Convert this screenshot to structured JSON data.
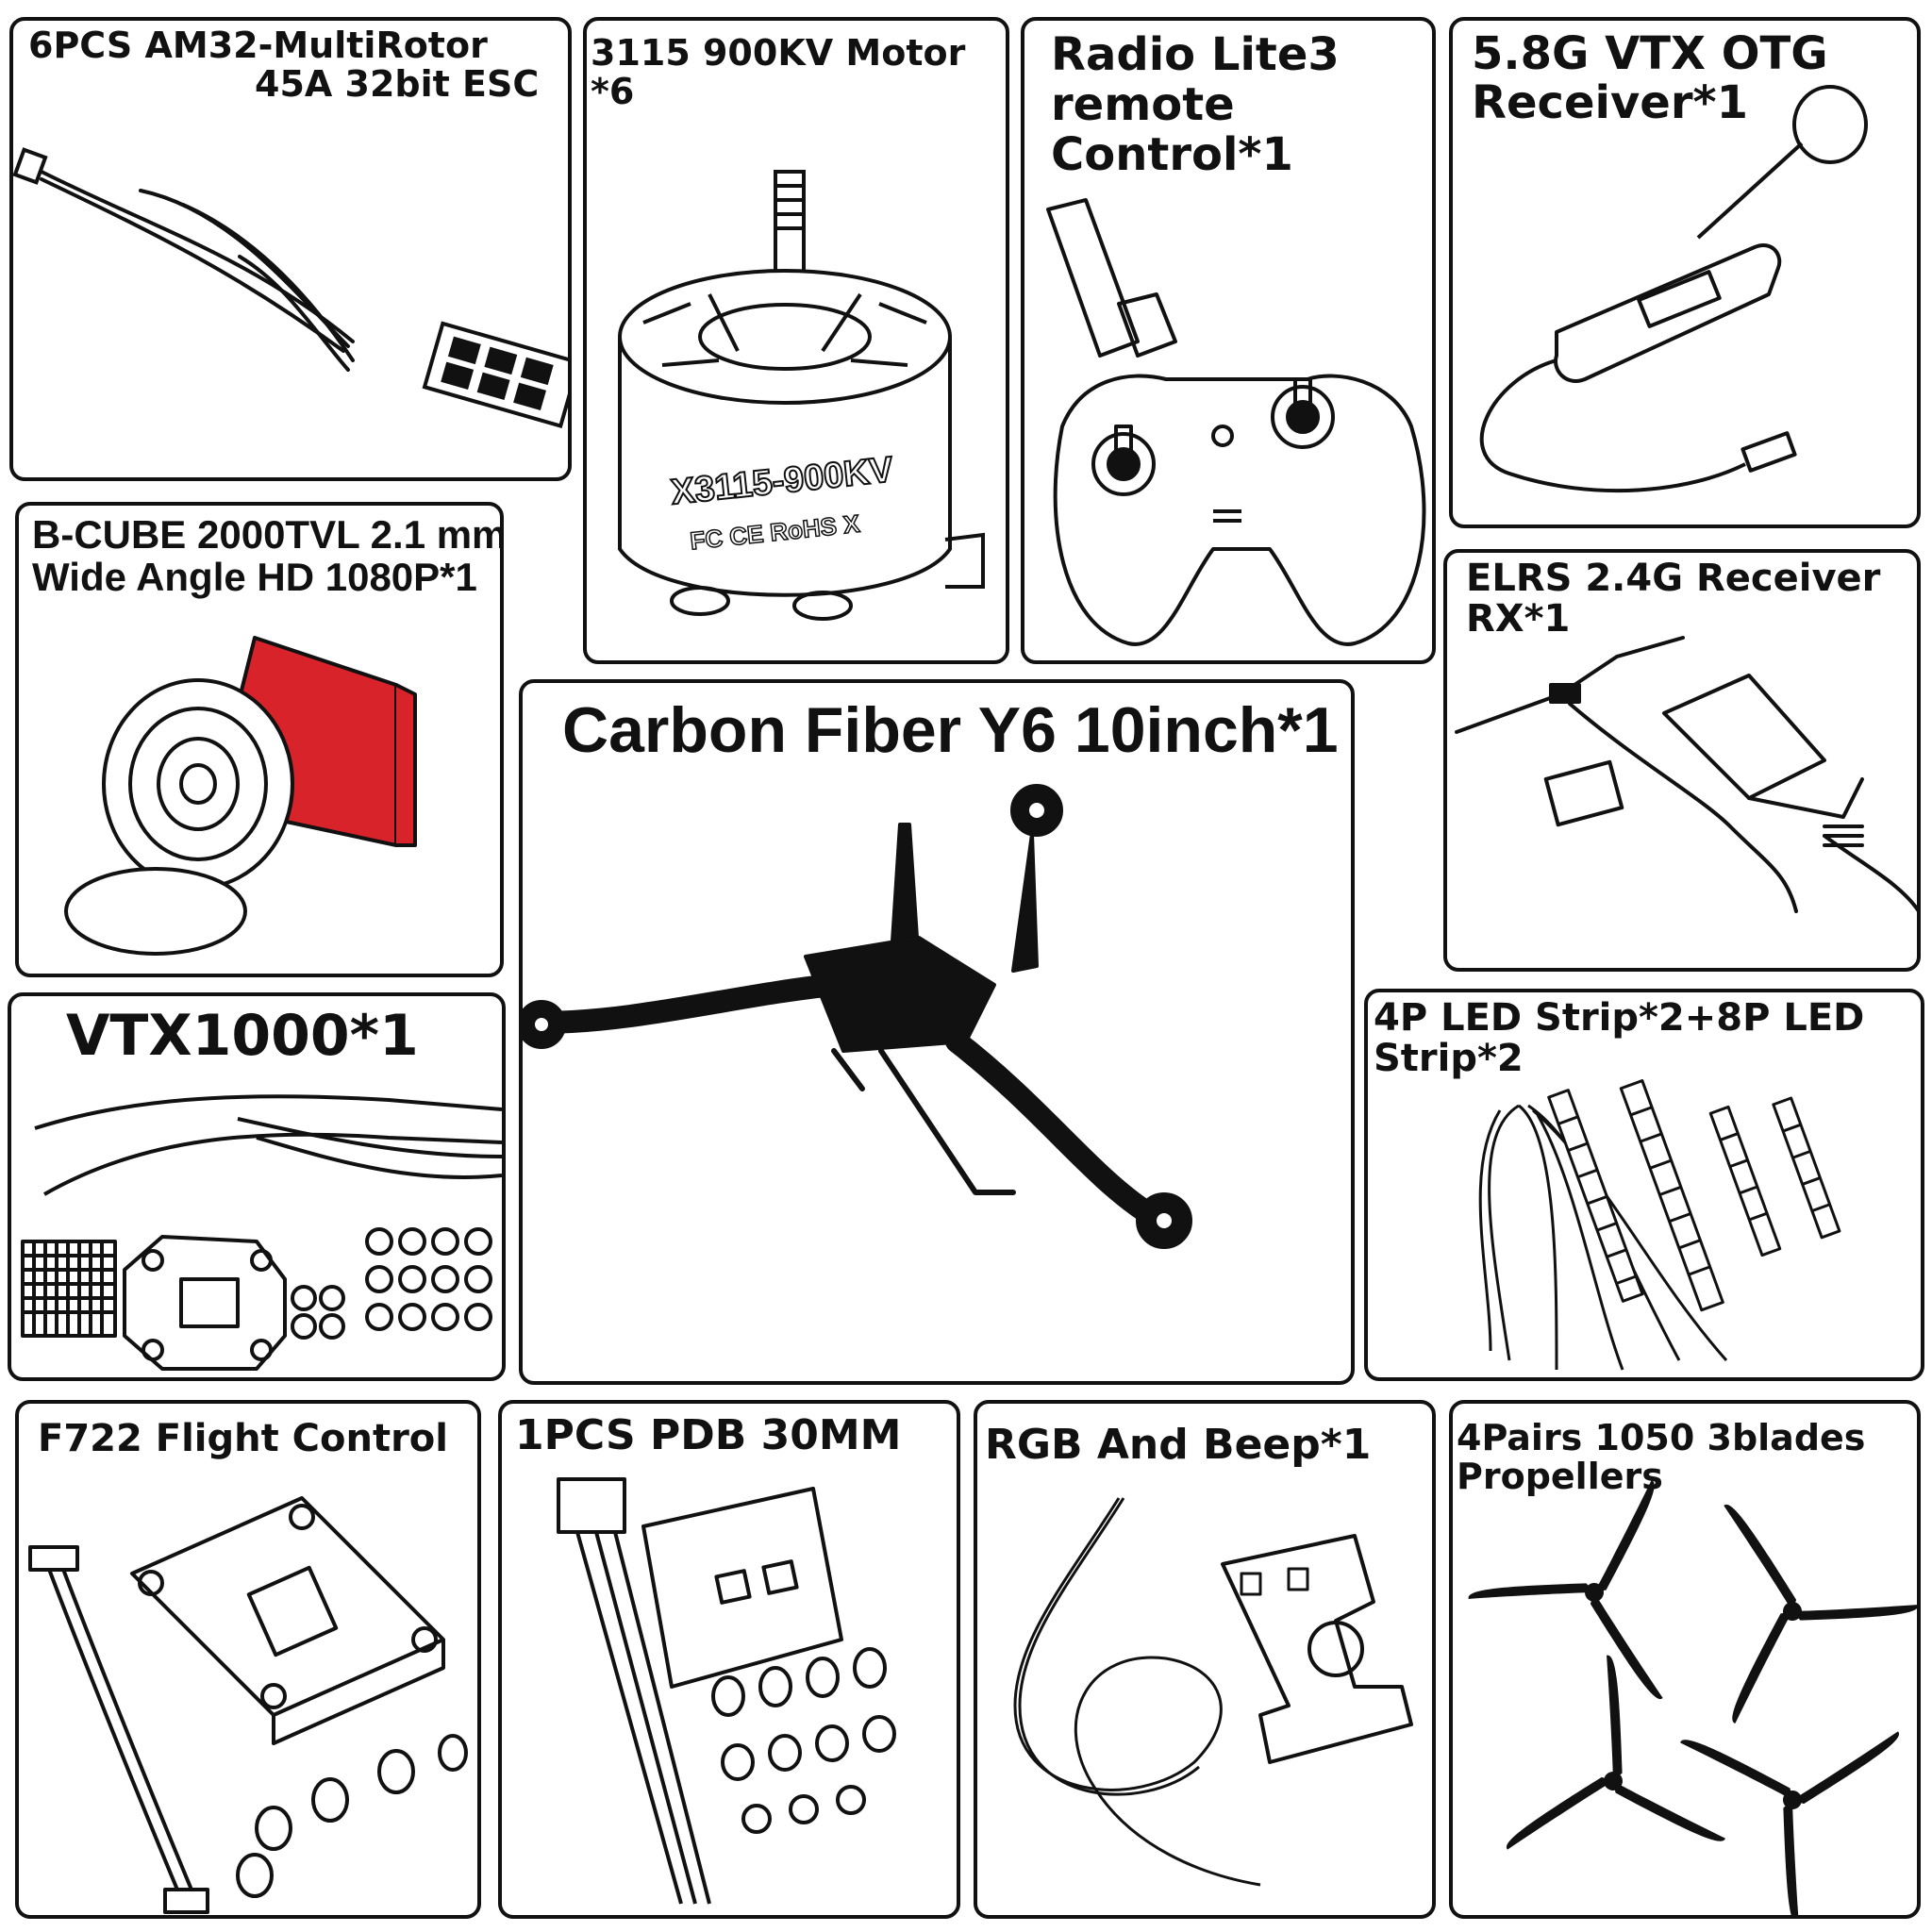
{
  "panels": {
    "esc": {
      "line1": "6PCS AM32-MultiRotor",
      "line2": "45A 32bit ESC"
    },
    "motor": {
      "line1": "3115 900KV Motor",
      "line2": "*6",
      "label_top": "X3115-900KV",
      "label_bottom": "FC CE RoHS X"
    },
    "radio": {
      "line1": "Radio Lite3",
      "line2": "remote",
      "line3": "Control*1"
    },
    "vtx_otg": {
      "line1": "5.8G VTX OTG",
      "line2": "Receiver*1"
    },
    "camera": {
      "line1": "B-CUBE 2000TVL 2.1 mm",
      "line2": "Wide Angle HD 1080P*1"
    },
    "elrs": {
      "line1": "ELRS 2.4G Receiver",
      "line2": "RX*1"
    },
    "frame": {
      "line1": "Carbon  Fiber Y6 10inch*1"
    },
    "vtx1000": {
      "line1": "VTX1000*1"
    },
    "led": {
      "line1": "4P LED Strip*2+8P LED",
      "line2": "Strip*2"
    },
    "fc": {
      "line1": "F722 Flight Control"
    },
    "pdb": {
      "line1": "1PCS PDB 30MM"
    },
    "rgb": {
      "line1": "RGB And Beep*1"
    },
    "props": {
      "line1": "4Pairs 1050 3blades",
      "line2": "Propellers"
    }
  },
  "colors": {
    "ink": "#111111",
    "camera_body": "#d8232a",
    "background": "#ffffff"
  }
}
